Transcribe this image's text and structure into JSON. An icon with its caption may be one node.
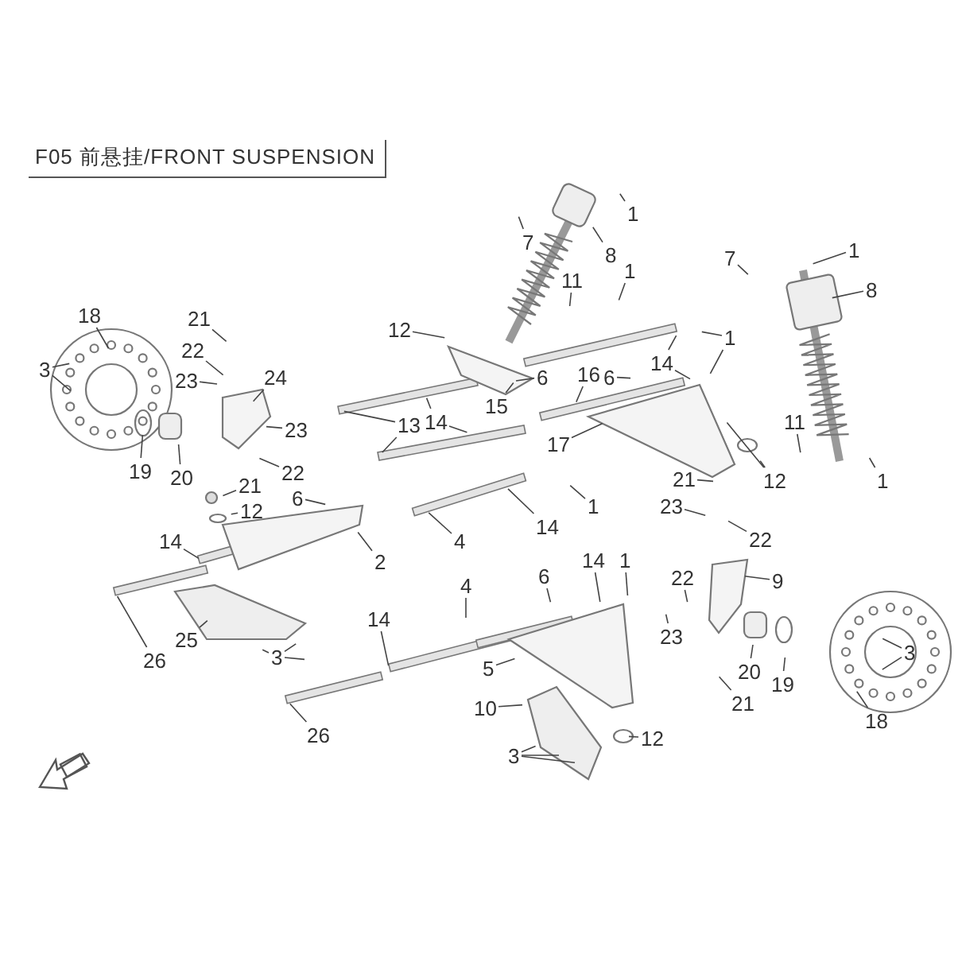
{
  "diagram": {
    "title": "F05 前悬挂/FRONT SUSPENSION",
    "nodes": [
      {
        "text": [
          "7"
        ]
      },
      {
        "text": [
          "1"
        ]
      },
      {
        "text": [
          "8"
        ]
      },
      {
        "text": [
          "7"
        ]
      },
      {
        "text": [
          "1"
        ]
      },
      {
        "text": [
          "8"
        ]
      },
      {
        "text": [
          "1"
        ]
      },
      {
        "text": [
          "11"
        ]
      },
      {
        "text": [
          "18"
        ]
      },
      {
        "text": [
          "21"
        ]
      },
      {
        "text": [
          "12"
        ]
      },
      {
        "text": [
          "1"
        ]
      },
      {
        "text": [
          "6"
        ]
      },
      {
        "text": [
          "22"
        ]
      },
      {
        "text": [
          "14"
        ]
      },
      {
        "text": [
          "3"
        ]
      },
      {
        "text": [
          "6"
        ]
      },
      {
        "text": [
          "24"
        ]
      },
      {
        "text": [
          "23"
        ]
      },
      {
        "text": [
          "16"
        ]
      },
      {
        "text": [
          "15"
        ]
      },
      {
        "text": [
          "11"
        ]
      },
      {
        "text": [
          "14"
        ]
      },
      {
        "text": [
          "13"
        ]
      },
      {
        "text": [
          "23"
        ]
      },
      {
        "text": [
          "17"
        ]
      },
      {
        "text": [
          "22"
        ]
      },
      {
        "text": [
          "19"
        ]
      },
      {
        "text": [
          "20"
        ]
      },
      {
        "text": [
          "21"
        ]
      },
      {
        "text": [
          "12"
        ]
      },
      {
        "text": [
          "1"
        ]
      },
      {
        "text": [
          "21"
        ]
      },
      {
        "text": [
          "1"
        ]
      },
      {
        "text": [
          "6"
        ]
      },
      {
        "text": [
          "23"
        ]
      },
      {
        "text": [
          "12"
        ]
      },
      {
        "text": [
          "14"
        ]
      },
      {
        "text": [
          "22"
        ]
      },
      {
        "text": [
          "14"
        ]
      },
      {
        "text": [
          "4"
        ]
      },
      {
        "text": [
          "2"
        ]
      },
      {
        "text": [
          "14"
        ]
      },
      {
        "text": [
          "1"
        ]
      },
      {
        "text": [
          "6"
        ]
      },
      {
        "text": [
          "22"
        ]
      },
      {
        "text": [
          "9"
        ]
      },
      {
        "text": [
          "4"
        ]
      },
      {
        "text": [
          "14"
        ]
      },
      {
        "text": [
          "23"
        ]
      },
      {
        "text": [
          "25"
        ]
      },
      {
        "text": [
          "3"
        ]
      },
      {
        "text": [
          "3"
        ]
      },
      {
        "text": [
          "26"
        ]
      },
      {
        "text": [
          "20"
        ]
      },
      {
        "text": [
          "5"
        ]
      },
      {
        "text": [
          "19"
        ]
      },
      {
        "text": [
          "21"
        ]
      },
      {
        "text": [
          "10"
        ]
      },
      {
        "text": [
          "18"
        ]
      },
      {
        "text": [
          "26"
        ]
      },
      {
        "text": [
          "12"
        ]
      },
      {
        "text": [
          "3"
        ]
      }
    ],
    "edges": [
      {
        "from": 0,
        "to": null,
        "arrow": "none"
      },
      {
        "from": 1,
        "to": null,
        "arrow": "none"
      },
      {
        "from": 2,
        "to": null,
        "arrow": "none"
      },
      {
        "from": 3,
        "to": null,
        "arrow": "none"
      },
      {
        "from": 4,
        "to": null,
        "arrow": "none"
      },
      {
        "from": 5,
        "to": null,
        "arrow": "none"
      },
      {
        "from": 6,
        "to": null,
        "arrow": "none"
      },
      {
        "from": 7,
        "to": null,
        "arrow": "none"
      },
      {
        "from": 8,
        "to": null,
        "arrow": "none"
      },
      {
        "from": 9,
        "to": null,
        "arrow": "none"
      },
      {
        "from": 10,
        "to": null,
        "arrow": "none"
      },
      {
        "from": 11,
        "to": null,
        "arrow": "none"
      },
      {
        "from": 11,
        "to": null,
        "arrow": "none"
      },
      {
        "from": 12,
        "to": null,
        "arrow": "none"
      },
      {
        "from": 13,
        "to": null,
        "arrow": "none"
      },
      {
        "from": 14,
        "to": null,
        "arrow": "none"
      },
      {
        "from": 14,
        "to": null,
        "arrow": "none"
      },
      {
        "from": 15,
        "to": null,
        "arrow": "none"
      },
      {
        "from": 15,
        "to": null,
        "arrow": "none"
      },
      {
        "from": 16,
        "to": null,
        "arrow": "none"
      },
      {
        "from": 17,
        "to": null,
        "arrow": "none"
      },
      {
        "from": 18,
        "to": null,
        "arrow": "none"
      },
      {
        "from": 19,
        "to": null,
        "arrow": "none"
      },
      {
        "from": 20,
        "to": null,
        "arrow": "none"
      },
      {
        "from": 21,
        "to": null,
        "arrow": "none"
      },
      {
        "from": 22,
        "to": null,
        "arrow": "none"
      },
      {
        "from": 22,
        "to": null,
        "arrow": "none"
      },
      {
        "from": 23,
        "to": null,
        "arrow": "none"
      },
      {
        "from": 23,
        "to": null,
        "arrow": "none"
      },
      {
        "from": 24,
        "to": null,
        "arrow": "none"
      },
      {
        "from": 25,
        "to": null,
        "arrow": "none"
      },
      {
        "from": 26,
        "to": null,
        "arrow": "none"
      },
      {
        "from": 27,
        "to": null,
        "arrow": "none"
      },
      {
        "from": 28,
        "to": null,
        "arrow": "none"
      },
      {
        "from": 29,
        "to": null,
        "arrow": "none"
      },
      {
        "from": 30,
        "to": null,
        "arrow": "none"
      },
      {
        "from": 30,
        "to": null,
        "arrow": "none"
      },
      {
        "from": 31,
        "to": null,
        "arrow": "none"
      },
      {
        "from": 32,
        "to": null,
        "arrow": "none"
      },
      {
        "from": 33,
        "to": null,
        "arrow": "none"
      },
      {
        "from": 34,
        "to": null,
        "arrow": "none"
      },
      {
        "from": 35,
        "to": null,
        "arrow": "none"
      },
      {
        "from": 36,
        "to": null,
        "arrow": "none"
      },
      {
        "from": 37,
        "to": null,
        "arrow": "none"
      },
      {
        "from": 38,
        "to": null,
        "arrow": "none"
      },
      {
        "from": 39,
        "to": null,
        "arrow": "none"
      },
      {
        "from": 40,
        "to": null,
        "arrow": "none"
      },
      {
        "from": 41,
        "to": null,
        "arrow": "none"
      },
      {
        "from": 42,
        "to": null,
        "arrow": "none"
      },
      {
        "from": 43,
        "to": null,
        "arrow": "none"
      },
      {
        "from": 44,
        "to": null,
        "arrow": "none"
      },
      {
        "from": 45,
        "to": null,
        "arrow": "none"
      },
      {
        "from": 46,
        "to": null,
        "arrow": "none"
      },
      {
        "from": 47,
        "to": null,
        "arrow": "none"
      },
      {
        "from": 48,
        "to": null,
        "arrow": "none"
      },
      {
        "from": 49,
        "to": null,
        "arrow": "none"
      },
      {
        "from": 50,
        "to": null,
        "arrow": "none"
      },
      {
        "from": 51,
        "to": null,
        "arrow": "none"
      },
      {
        "from": 51,
        "to": null,
        "arrow": "none"
      },
      {
        "from": 52,
        "to": null,
        "arrow": "none"
      },
      {
        "from": 52,
        "to": null,
        "arrow": "none"
      },
      {
        "from": 52,
        "to": null,
        "arrow": "none"
      },
      {
        "from": 53,
        "to": null,
        "arrow": "none"
      },
      {
        "from": 54,
        "to": null,
        "arrow": "none"
      },
      {
        "from": 55,
        "to": null,
        "arrow": "none"
      },
      {
        "from": 56,
        "to": null,
        "arrow": "none"
      },
      {
        "from": 57,
        "to": null,
        "arrow": "none"
      },
      {
        "from": 58,
        "to": null,
        "arrow": "none"
      },
      {
        "from": 59,
        "to": null,
        "arrow": "none"
      },
      {
        "from": 60,
        "to": null,
        "arrow": "none"
      },
      {
        "from": 61,
        "to": null,
        "arrow": "none"
      },
      {
        "from": 62,
        "to": null,
        "arrow": "none"
      },
      {
        "from": 62,
        "to": null,
        "arrow": "none"
      },
      {
        "from": 62,
        "to": null,
        "arrow": "none"
      }
    ]
  }
}
